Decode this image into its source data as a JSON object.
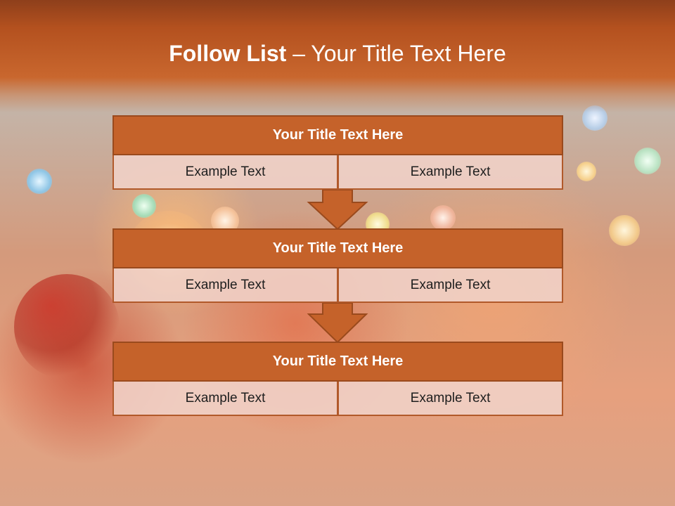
{
  "slide": {
    "title_bold": "Follow List",
    "title_rest": " – Your Title Text Here"
  },
  "steps": [
    {
      "title": "Your Title Text Here",
      "left": "Example Text",
      "right": "Example Text"
    },
    {
      "title": "Your Title Text Here",
      "left": "Example Text",
      "right": "Example Text"
    },
    {
      "title": "Your Title Text Here",
      "left": "Example Text",
      "right": "Example Text"
    }
  ],
  "colors": {
    "accent": "#c5622a",
    "accent_dark": "#9a4a1d",
    "cell_fill": "#f0d2c8",
    "title_text": "#ffffff"
  },
  "icons": [
    "down-arrow-icon",
    "down-arrow-icon"
  ]
}
